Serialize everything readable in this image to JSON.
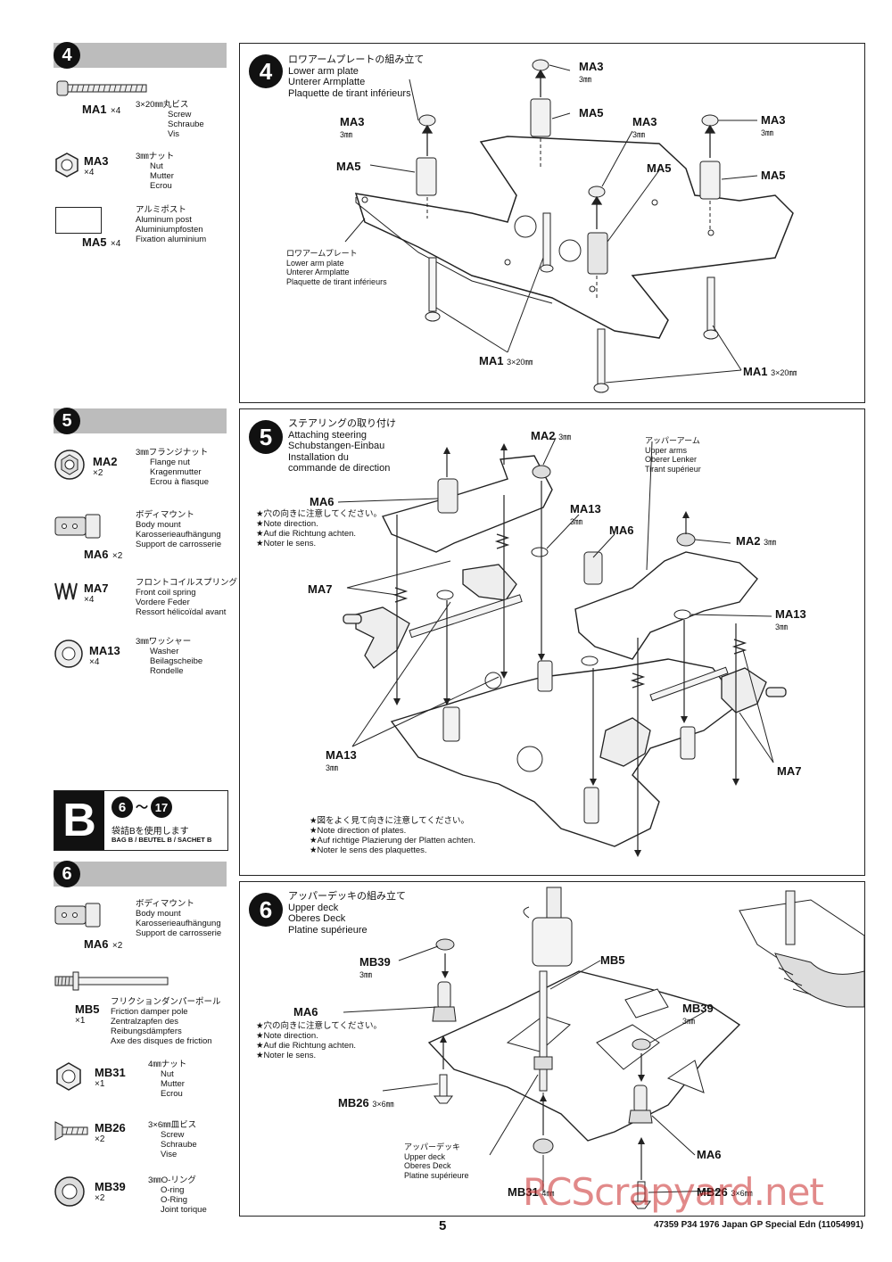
{
  "sidebar": {
    "step4": {
      "number": "4",
      "parts": [
        {
          "code": "MA1",
          "qty": "×4",
          "desc": [
            "3×20㎜丸ビス",
            "Screw",
            "Schraube",
            "Vis"
          ]
        },
        {
          "code": "MA3",
          "qty": "×4",
          "desc": [
            "3㎜ナット",
            "Nut",
            "Mutter",
            "Ecrou"
          ]
        },
        {
          "code": "MA5",
          "qty": "×4",
          "desc": [
            "アルミポスト",
            "Aluminum post",
            "Aluminiumpfosten",
            "Fixation aluminium"
          ]
        }
      ]
    },
    "step5": {
      "number": "5",
      "parts": [
        {
          "code": "MA2",
          "qty": "×2",
          "desc": [
            "3㎜フランジナット",
            "Flange nut",
            "Kragenmutter",
            "Ecrou à flasque"
          ]
        },
        {
          "code": "MA6",
          "qty": "×2",
          "desc": [
            "ボディマウント",
            "Body mount",
            "Karosserieaufhängung",
            "Support de carrosserie"
          ]
        },
        {
          "code": "MA7",
          "qty": "×4",
          "desc": [
            "フロントコイルスプリング",
            "Front coil spring",
            "Vordere Feder",
            "Ressort hélicoïdal avant"
          ]
        },
        {
          "code": "MA13",
          "qty": "×4",
          "desc": [
            "3㎜ワッシャー",
            "Washer",
            "Beilagscheibe",
            "Rondelle"
          ]
        }
      ]
    },
    "bag": {
      "letter": "B",
      "from": "6",
      "tilde": "〜",
      "to": "17",
      "jp": "袋詰Bを使用します",
      "label": "BAG B / BEUTEL B / SACHET B"
    },
    "step6": {
      "number": "6",
      "parts": [
        {
          "code": "MA6",
          "qty": "×2",
          "desc": [
            "ボディマウント",
            "Body mount",
            "Karosserieaufhängung",
            "Support de carrosserie"
          ]
        },
        {
          "code": "MB5",
          "qty": "×1",
          "desc": [
            "フリクションダンパーポール",
            "Friction damper pole",
            "Zentralzapfen des",
            "Reibungsdämpfers",
            "Axe des disques de friction"
          ]
        },
        {
          "code": "MB31",
          "qty": "×1",
          "desc": [
            "4㎜ナット",
            "Nut",
            "Mutter",
            "Ecrou"
          ]
        },
        {
          "code": "MB26",
          "qty": "×2",
          "desc": [
            "3×6㎜皿ビス",
            "Screw",
            "Schraube",
            "Vise"
          ]
        },
        {
          "code": "MB39",
          "qty": "×2",
          "desc": [
            "3㎜O-リング",
            "O-ring",
            "O-Ring",
            "Joint torique"
          ]
        }
      ]
    }
  },
  "panel4": {
    "number": "4",
    "title": [
      "ロワアームプレートの組み立て",
      "Lower arm plate",
      "Unterer Armplatte",
      "Plaquette de tirant inférieurs"
    ],
    "part_label": [
      "ロワアームプレート",
      "Lower arm plate",
      "Unterer Armplatte",
      "Plaquette de tirant inférieurs"
    ],
    "callouts": {
      "ma3": "MA3",
      "ma5": "MA5",
      "ma1": "MA1",
      "mm3": "3㎜",
      "mm3x20": "3×20㎜"
    }
  },
  "panel5": {
    "number": "5",
    "title": [
      "ステアリングの取り付け",
      "Attaching steering",
      "Schubstangen-Einbau",
      "Installation du",
      "commande de direction"
    ],
    "upper_arms": [
      "アッパーアーム",
      "Upper arms",
      "Oberer Lenker",
      "Tirant supérieur"
    ],
    "note_direction": [
      "★穴の向きに注意してください。",
      "★Note direction.",
      "★Auf die Richtung achten.",
      "★Noter le sens."
    ],
    "note_plates": [
      "★図をよく見て向きに注意してください。",
      "★Note direction of plates.",
      "★Auf richtige Plazierung der Platten achten.",
      "★Noter le sens des plaquettes."
    ],
    "callouts": {
      "ma2": "MA2",
      "ma6": "MA6",
      "ma7": "MA7",
      "ma13": "MA13",
      "mm3": "3㎜"
    }
  },
  "panel6": {
    "number": "6",
    "title": [
      "アッパーデッキの組み立て",
      "Upper deck",
      "Oberes Deck",
      "Platine supérieure"
    ],
    "note_direction": [
      "★穴の向きに注意してください。",
      "★Note direction.",
      "★Auf die Richtung achten.",
      "★Noter le sens."
    ],
    "deck_label": [
      "アッパーデッキ",
      "Upper deck",
      "Oberes Deck",
      "Platine supérieure"
    ],
    "callouts": {
      "mb39": "MB39",
      "mb5": "MB5",
      "ma6": "MA6",
      "mb26": "MB26",
      "mb31": "MB31",
      "mm3": "3㎜",
      "mm4": "4㎜",
      "mm3x6": "3×6㎜"
    }
  },
  "footer": {
    "page_number": "5",
    "doc_id": "47359 P34 1976 Japan GP Special Edn (11054991)",
    "watermark": "RCScrapyard.net"
  }
}
